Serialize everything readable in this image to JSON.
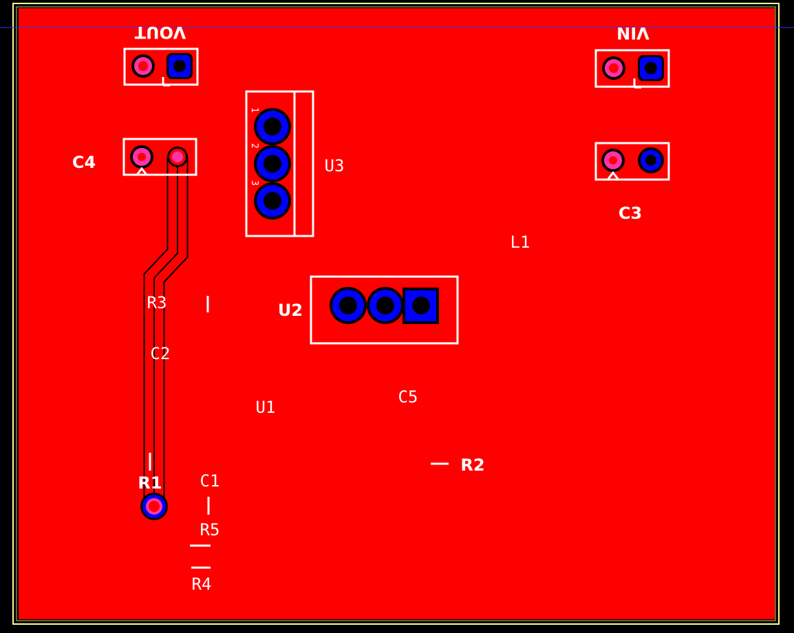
{
  "board": {
    "background_color": "#000000",
    "outline_color": "#ffff99",
    "copper_color": "#ff0000",
    "silkscreen_color": "#ffffff",
    "pad_color": "#0000ff",
    "via_hole_color": "#ff33aa",
    "trace_outline_color": "#000000",
    "guide_line_color": "#3333ff"
  },
  "labels": {
    "vout": "VOUT",
    "vin": "VIN",
    "c4": "C4",
    "c3": "C3",
    "u3": "U3",
    "u3_pin1": "1",
    "u3_pin2": "2",
    "u3_pin3": "3",
    "l1": "L1",
    "r3": "R3",
    "u2": "U2",
    "c2": "C2",
    "u1": "U1",
    "c5": "C5",
    "r2": "R2",
    "r1": "R1",
    "c1": "C1",
    "r5": "R5",
    "r4": "R4"
  }
}
